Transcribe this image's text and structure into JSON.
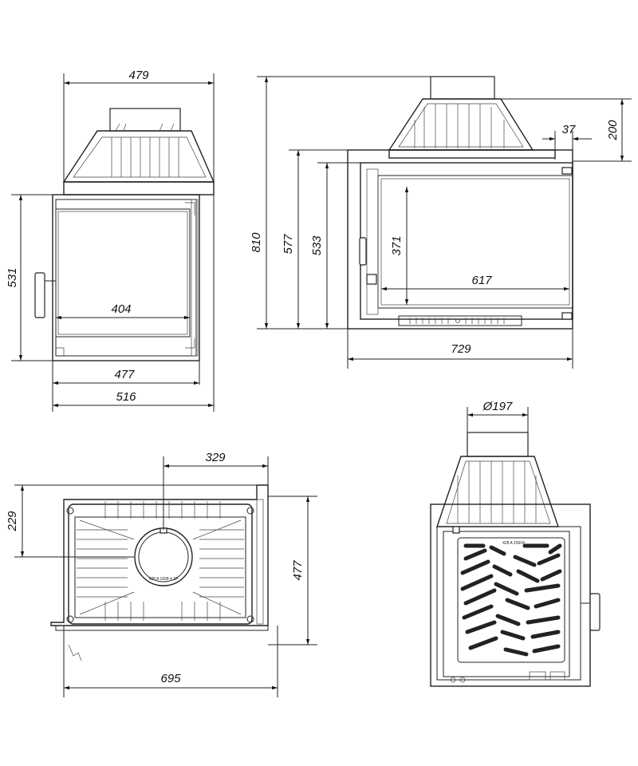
{
  "dimensions": {
    "front_width_top": "479",
    "front_height": "531",
    "front_glass_width": "404",
    "front_inner_width": "477",
    "front_outer_width": "516",
    "side_total_height": "810",
    "side_body_height": "577",
    "side_door_height": "533",
    "side_glass_height": "371",
    "side_glass_width": "617",
    "side_total_depth": "729",
    "side_offset": "37",
    "side_top_height": "200",
    "top_offset": "329",
    "top_depth": "229",
    "top_height": "477",
    "top_width": "695",
    "back_flue_diameter": "Ø197"
  },
  "plate_text": {
    "top_ring": "428 A 1608 4 1P",
    "back_plate": "428 A 15604"
  }
}
